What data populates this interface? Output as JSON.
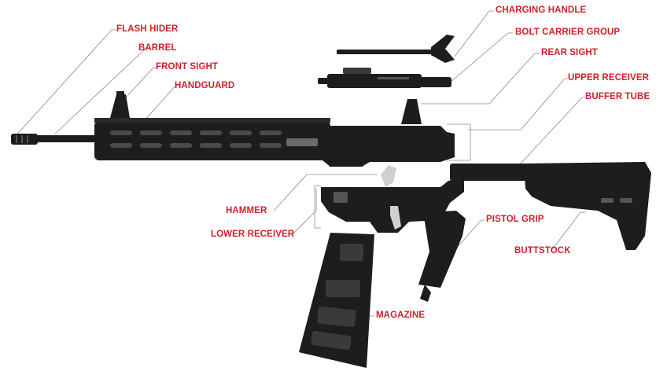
{
  "labels": {
    "flash_hider": "FLASH HIDER",
    "barrel": "BARREL",
    "front_sight": "FRONT SIGHT",
    "handguard": "HANDGUARD",
    "charging_handle": "CHARGING HANDLE",
    "bolt_carrier_group": "BOLT CARRIER GROUP",
    "rear_sight": "REAR SIGHT",
    "upper_receiver": "UPPER RECEIVER",
    "buffer_tube": "BUFFER TUBE",
    "hammer": "HAMMER",
    "lower_receiver": "LOWER RECEIVER",
    "pistol_grip": "PISTOL GRIP",
    "buttstock": "BUTTSTOCK",
    "magazine": "MAGAZINE"
  },
  "colors": {
    "label": "#d0202a",
    "leader_line": "#8a8a8a",
    "part": "#1d1d1d"
  }
}
